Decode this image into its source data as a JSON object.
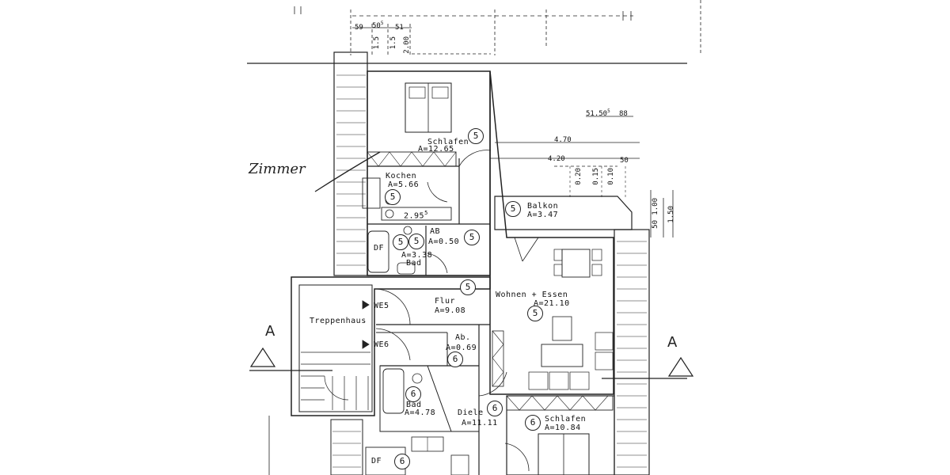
{
  "plan": {
    "handwritten_note": "Zimmer",
    "section_markers": {
      "left": "A",
      "right": "A"
    },
    "rooms": [
      {
        "key": "schlafen_top",
        "name": "Schlafen",
        "area": "A=12.65",
        "unit": "5"
      },
      {
        "key": "kochen_top",
        "name": "Kochen",
        "area": "A=5.66",
        "unit": "5"
      },
      {
        "key": "ab_top",
        "name": "AB",
        "area": "A=0.50",
        "unit": "5"
      },
      {
        "key": "bad_top",
        "name": "Bad",
        "area": "A=3.38",
        "unit": "5"
      },
      {
        "key": "balkon",
        "name": "Balkon",
        "area": "A=3.47",
        "unit": "5"
      },
      {
        "key": "flur",
        "name": "Flur",
        "area": "A=9.08",
        "unit": "5"
      },
      {
        "key": "wohnen",
        "name": "Wohnen + Essen",
        "area": "A=21.10",
        "unit": "5"
      },
      {
        "key": "treppenhaus",
        "name": "Treppenhaus"
      },
      {
        "key": "ab_bottom",
        "name": "Ab.",
        "area": "A=0.69",
        "unit": "6"
      },
      {
        "key": "bad_bottom",
        "name": "Bad",
        "area": "A=4.78",
        "unit": "6"
      },
      {
        "key": "diele",
        "name": "Diele",
        "area": "A=11.11",
        "unit": "6"
      },
      {
        "key": "schlafen_bottom",
        "name": "Schlafen",
        "area": "A=10.84",
        "unit": "6"
      }
    ],
    "entrances": [
      "WE5",
      "WE6"
    ],
    "fixtures": {
      "df_top": "DF",
      "df_bottom": "DF"
    },
    "unit_marks": {
      "kochen_extra": "5",
      "top_right_extra": "5",
      "bad_bottom_extra": "6",
      "df_bottom_extra": "6",
      "diele_extra": "6"
    },
    "dimensions": {
      "top_a": "59",
      "top_b": "50",
      "top_b_sup": "5",
      "top_c": "51",
      "right_a": "51.50",
      "right_a_sup": "5",
      "right_b": "88",
      "w_470": "4.70",
      "w_420": "4.20",
      "w_50": "50",
      "v_20": "0.20",
      "v_15": "0.15",
      "v_10": "0.10",
      "v_150": "1.50",
      "v_100": "1.00",
      "v_50b": "50",
      "kitchen_len": "2.95",
      "kitchen_len_sup": "5",
      "top_left_v1": "1.5",
      "top_left_v2": "1.5",
      "top_left_v3": "2.00"
    }
  }
}
